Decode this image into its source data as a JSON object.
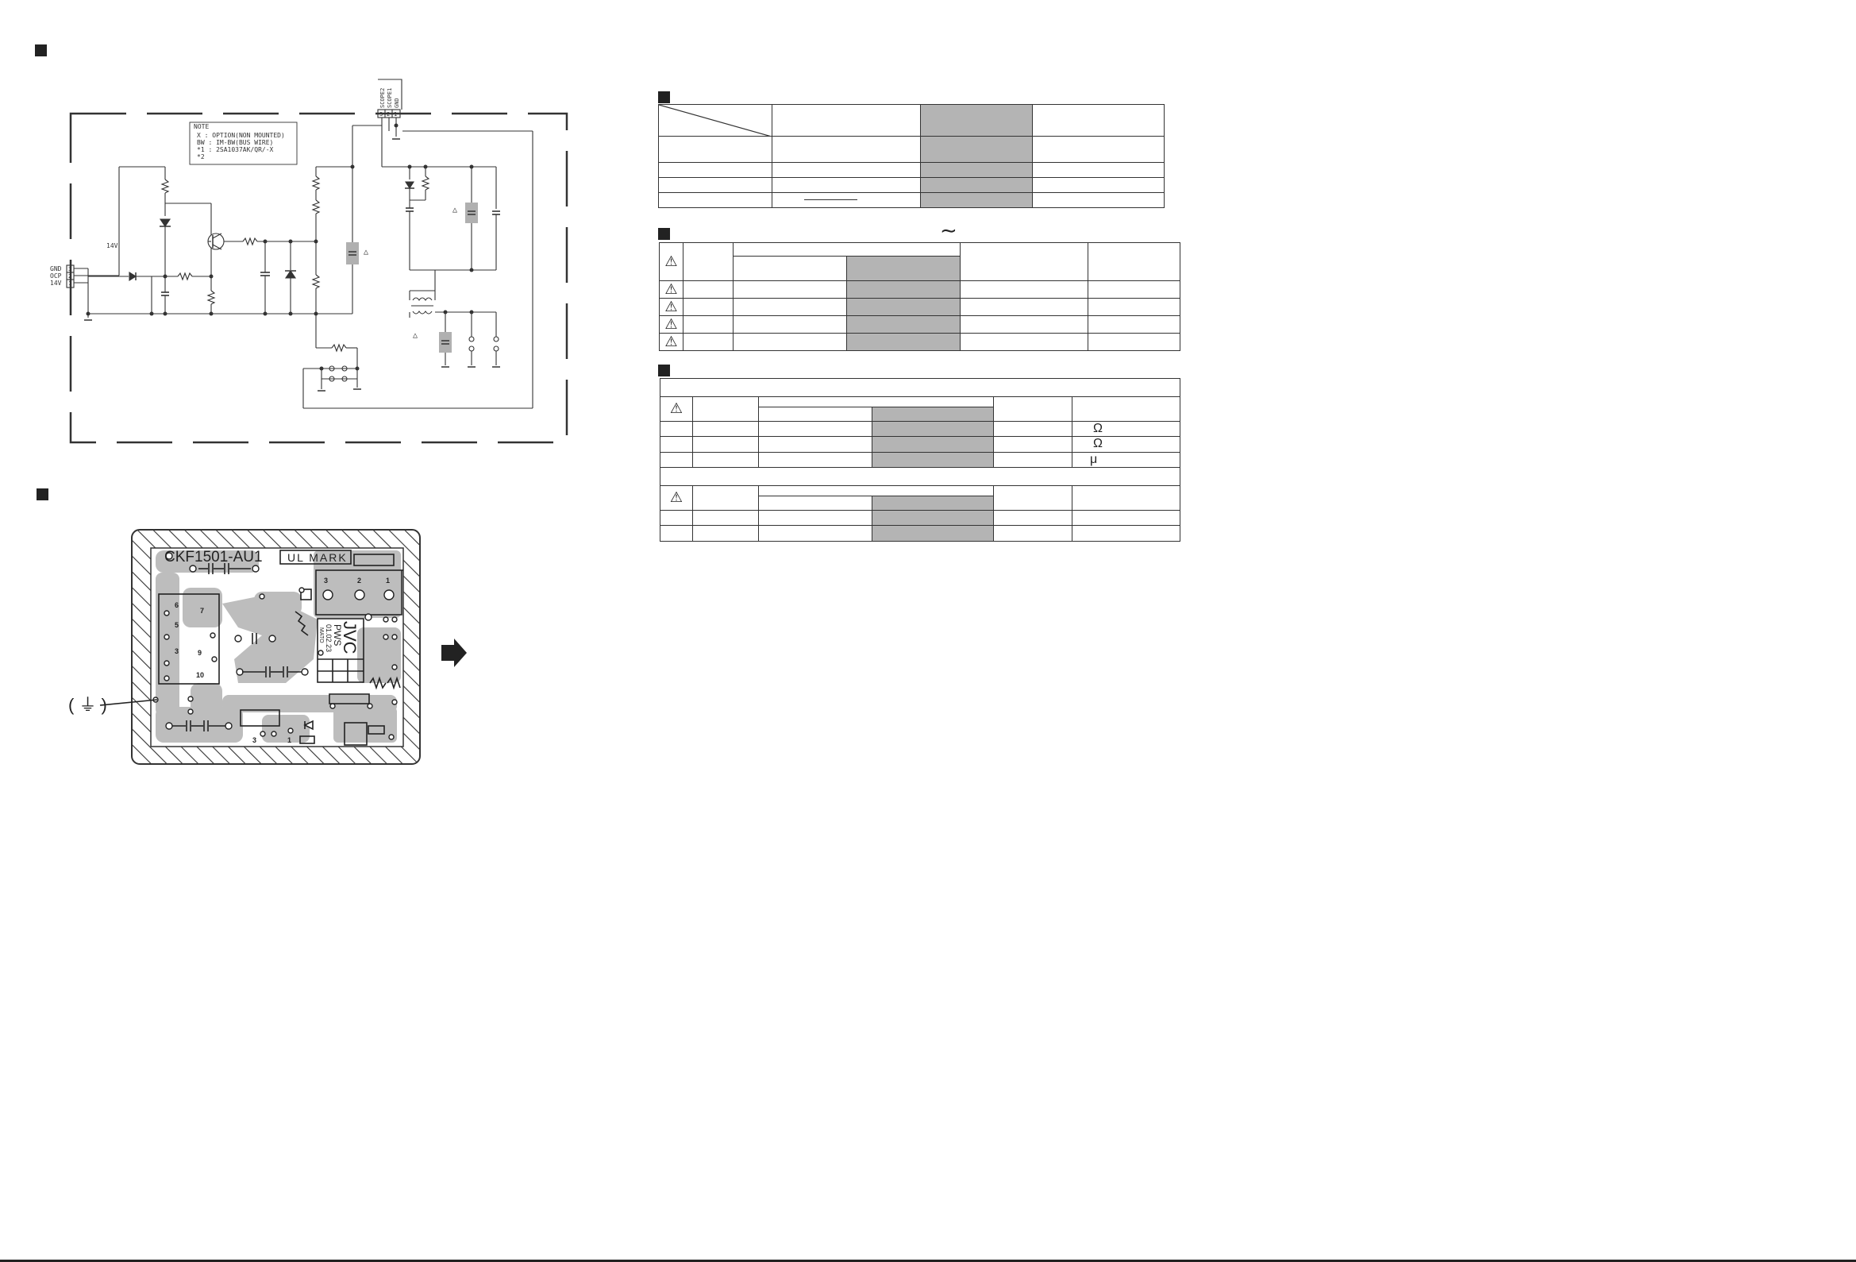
{
  "schematic": {
    "note": {
      "title": "NOTE",
      "lines": [
        "X   : OPTION(NON MOUNTED)",
        "BW : IM-BW(BUS WIRE)",
        "*1 : 2SA1037AK/QR/-X",
        "*2"
      ]
    },
    "left_connector": {
      "pins": [
        "3",
        "2",
        "1"
      ],
      "labels": [
        "GND",
        "OCP",
        "14V"
      ]
    },
    "top_connector": {
      "pins": [
        "3",
        "2",
        "1"
      ],
      "labels": [
        "SCOPE2",
        "SCOPE1",
        "GND"
      ]
    },
    "voltage_label": "14V",
    "warning_symbol": "△"
  },
  "pcb": {
    "board_name": "CKF1501-AU1",
    "mark_label": "UL MARK",
    "brand": "JVC",
    "board_code": "PWS",
    "date_code": "01.02.23",
    "place_code": "MATO",
    "relay_pins": [
      "6",
      "7",
      "5",
      "3",
      "9",
      "10"
    ],
    "connector_pins": [
      "3",
      "2",
      "1"
    ],
    "bottom_pins": [
      "3",
      "1"
    ],
    "ground_label": "( ⏚ )"
  },
  "tables": {
    "warning_glyph": "⚠",
    "tilde": "∼",
    "ohm": "Ω",
    "micro": "μ"
  }
}
